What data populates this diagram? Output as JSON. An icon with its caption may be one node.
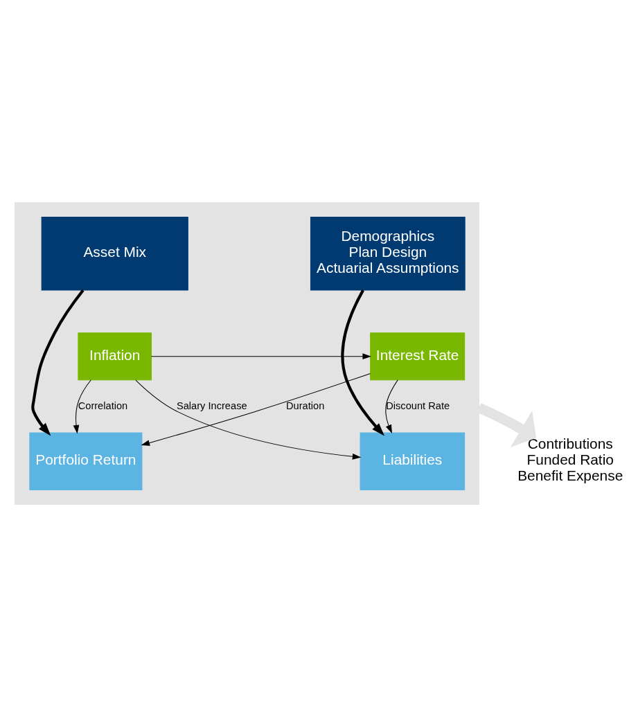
{
  "diagram": {
    "nodes": [
      {
        "text": [],
        "shape": "box"
      },
      {
        "text": [
          "Asset Mix"
        ],
        "in": 0
      },
      {
        "text": [
          "Demographics",
          "Plan Design",
          "Actuarial Assumptions"
        ],
        "in": 0
      },
      {
        "text": [
          "Inflation"
        ],
        "in": 0
      },
      {
        "text": [
          "Interest Rate"
        ],
        "in": 0
      },
      {
        "text": [
          "Portfolio Return"
        ],
        "in": 0
      },
      {
        "text": [
          "Liabilities"
        ],
        "in": 0
      },
      {
        "text": [
          "Contributions",
          "Funded Ratio",
          "Benefit Expense"
        ]
      }
    ],
    "edges": [
      {
        "from": 1,
        "to": 5,
        "arrow": "to",
        "style": "thick"
      },
      {
        "from": 2,
        "to": 6,
        "arrow": "to",
        "style": "thick"
      },
      {
        "from": 3,
        "to": 4,
        "arrow": "to"
      },
      {
        "from": 3,
        "to": 5,
        "arrow": "to",
        "label": "Correlation"
      },
      {
        "from": 3,
        "to": 6,
        "arrow": "to",
        "label": "Salary Increase"
      },
      {
        "from": 4,
        "to": 5,
        "arrow": "to",
        "label": "Duration"
      },
      {
        "from": 4,
        "to": 6,
        "arrow": "to",
        "label": "Discount Rate"
      },
      {
        "from": 0,
        "to": 7,
        "arrow": "to",
        "style": "thick",
        "color": "#e3e3e3"
      }
    ]
  }
}
